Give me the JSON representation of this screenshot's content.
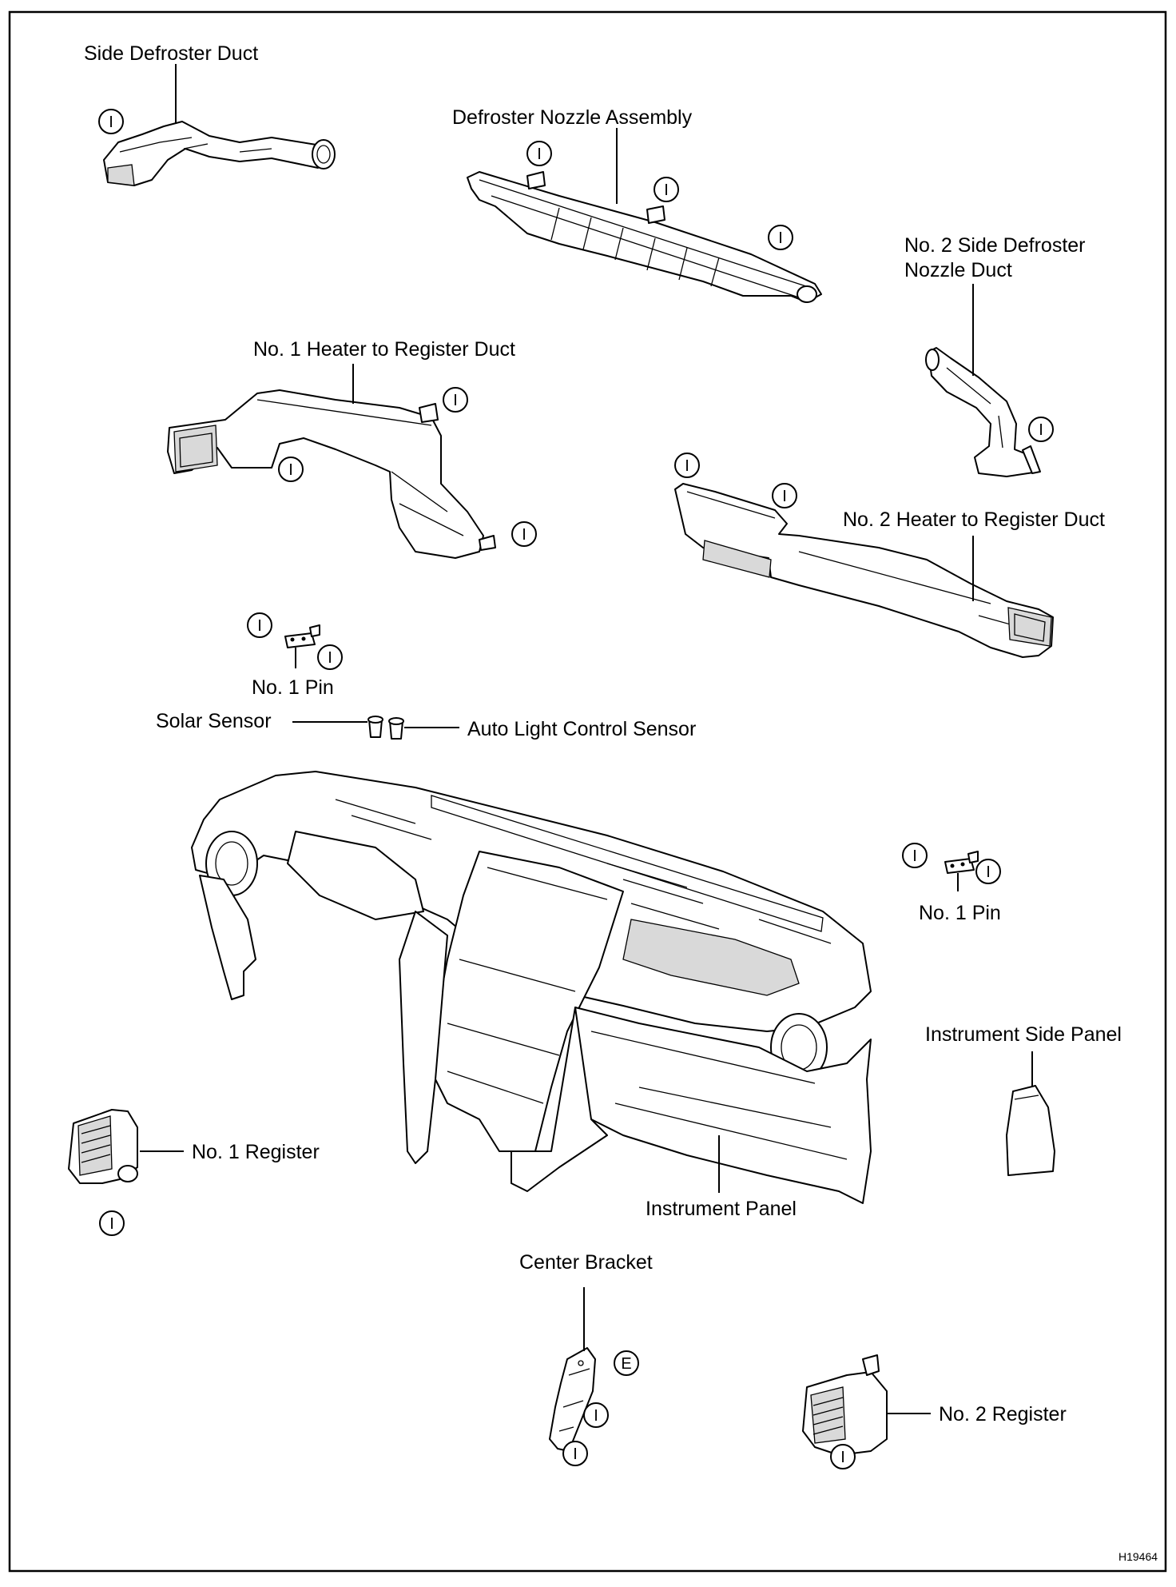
{
  "labels": {
    "side_defroster_duct": "Side Defroster Duct",
    "defroster_nozzle_assembly": "Defroster Nozzle Assembly",
    "no2_side_defroster_line1": "No. 2 Side Defroster",
    "no2_side_defroster_line2": "Nozzle Duct",
    "no1_heater_to_register_duct": "No. 1 Heater to Register Duct",
    "no2_heater_to_register_duct": "No. 2 Heater to Register Duct",
    "no1_pin_upper": "No. 1 Pin",
    "solar_sensor": "Solar Sensor",
    "auto_light_control_sensor": "Auto Light Control Sensor",
    "no1_pin_right": "No. 1 Pin",
    "instrument_side_panel": "Instrument Side Panel",
    "no1_register": "No. 1 Register",
    "instrument_panel": "Instrument Panel",
    "center_bracket": "Center Bracket",
    "no2_register": "No. 2 Register"
  },
  "clip_codes": {
    "I": "I",
    "E": "E"
  },
  "figure_code": "H19464"
}
